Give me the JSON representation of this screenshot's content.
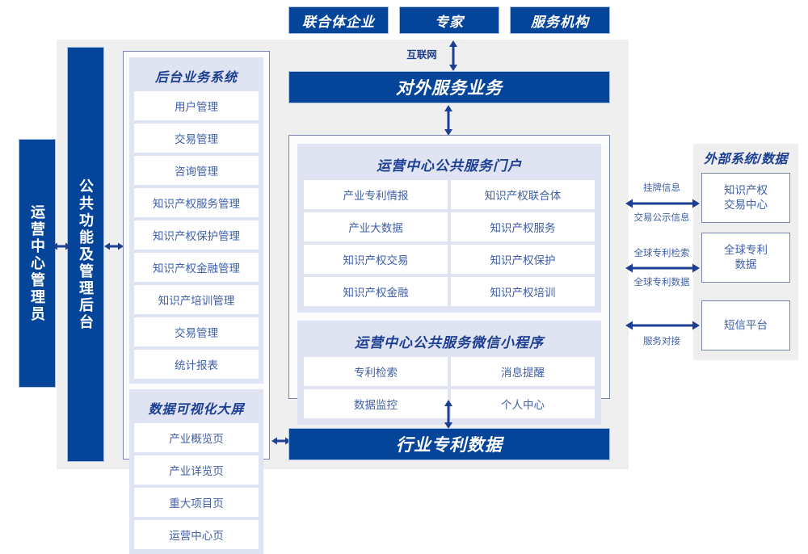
{
  "top_actors": [
    {
      "label": "联合体企业"
    },
    {
      "label": "专家"
    },
    {
      "label": "服务机构"
    }
  ],
  "internet_label": "互联网",
  "external_service_bar": "对外服务业务",
  "industry_patent_data_bar": "行业专利数据",
  "left_rail": {
    "admin_bar": "运营中心管理员",
    "common_function_bar": "公共功能及管理后台"
  },
  "backend_system": {
    "title": "后台业务系统",
    "items": [
      "用户管理",
      "交易管理",
      "咨询管理",
      "知识产权服务管理",
      "知识产权保护管理",
      "知识产权金融管理",
      "知识产培训管理",
      "交易管理",
      "统计报表"
    ]
  },
  "data_visualization": {
    "title": "数据可视化大屏",
    "items": [
      "产业概览页",
      "产业详览页",
      "重大项目页",
      "运营中心页"
    ]
  },
  "public_service_portal": {
    "title": "运营中心公共服务门户",
    "items": [
      "产业专利情报",
      "知识产权联合体",
      "产业大数据",
      "知识产权服务",
      "知识产权交易",
      "知识产权保护",
      "知识产权金融",
      "知识产权培训"
    ]
  },
  "wechat_miniprogram": {
    "title": "运营中心公共服务微信小程序",
    "items": [
      "专利检索",
      "消息提醒",
      "数据监控",
      "个人中心"
    ]
  },
  "external_systems": {
    "title": "外部系统/数据",
    "boxes": [
      {
        "line1": "知识产权",
        "line2": "交易中心"
      },
      {
        "line1": "全球专利",
        "line2": "数据"
      },
      {
        "line1": "短信平台",
        "line2": ""
      }
    ],
    "connectors": [
      {
        "above": "挂牌信息",
        "below": "交易公示信息"
      },
      {
        "above": "全球专利检索",
        "below": "全球专利数据"
      },
      {
        "above": "",
        "below": "服务对接"
      }
    ]
  },
  "colors": {
    "brand_blue": "#04459a",
    "title_blue": "#1c3f94",
    "text_blue": "#3f5fa8",
    "panel_border": "#7b85b0",
    "group_bg": "#dfe3f2",
    "container_bg": "#efefef"
  }
}
